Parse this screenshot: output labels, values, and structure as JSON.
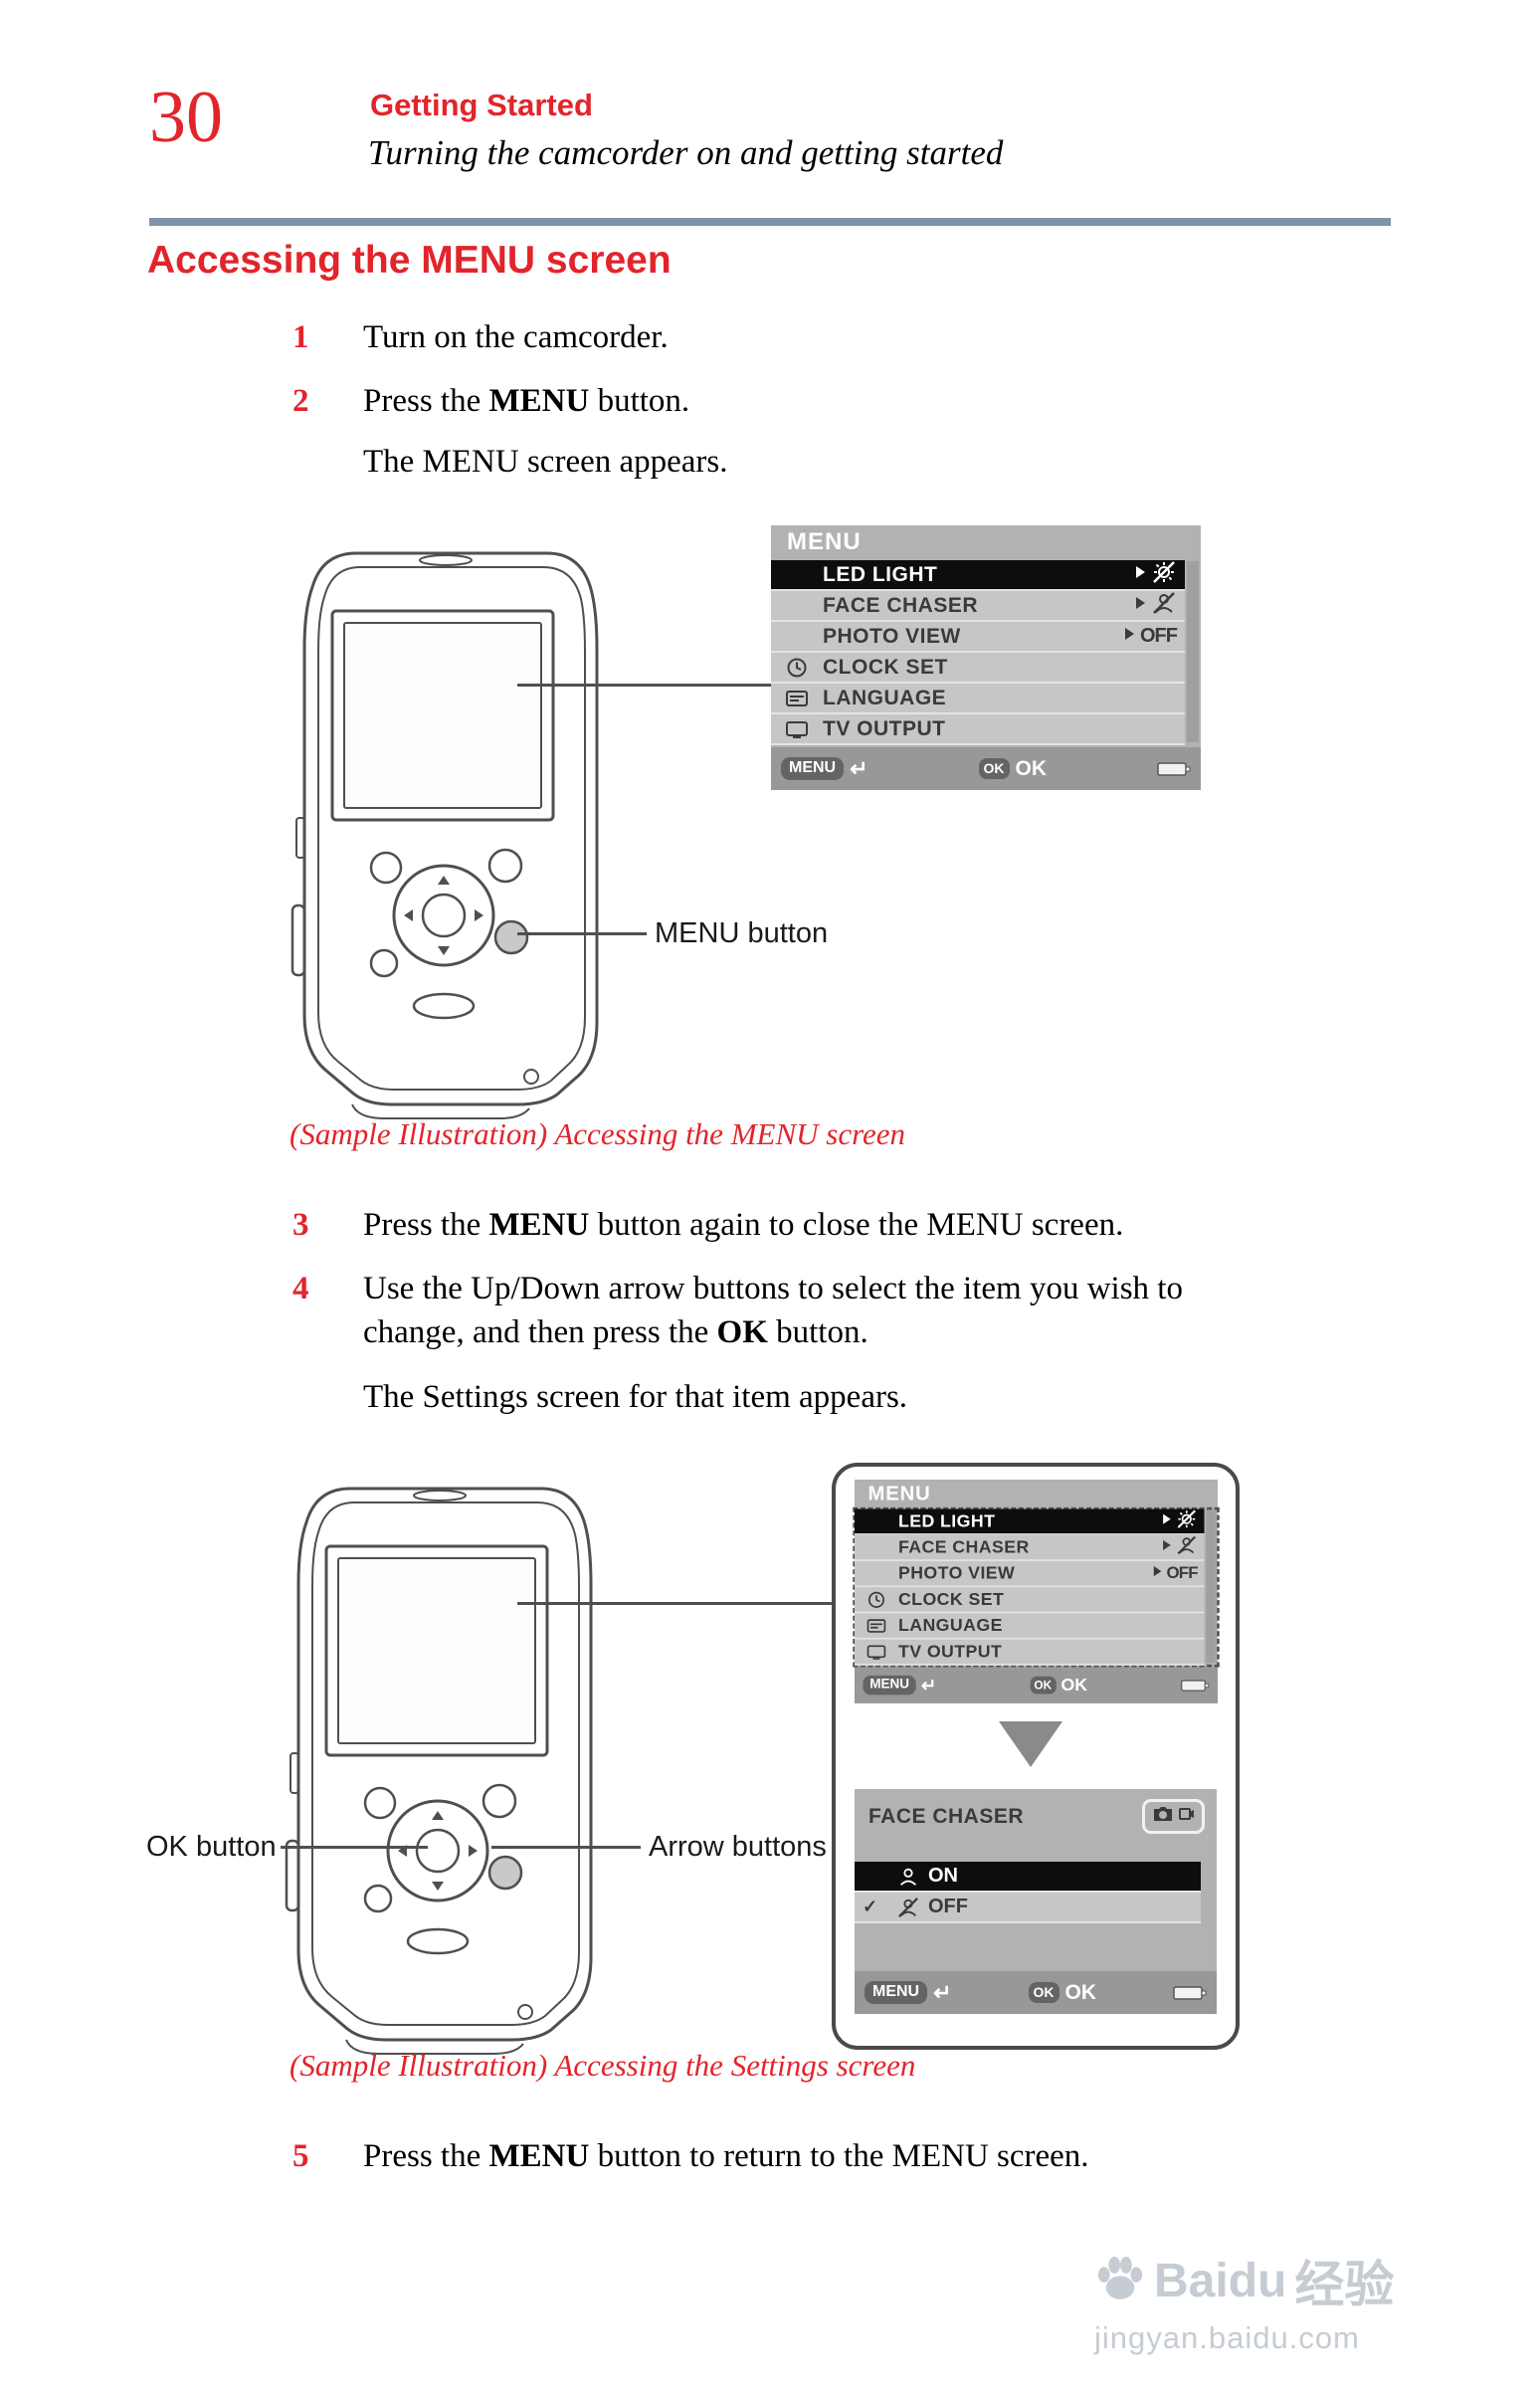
{
  "page": {
    "number": "30",
    "section": "Getting Started",
    "subtitle": "Turning the camcorder on and getting started",
    "heading": "Accessing the MENU screen"
  },
  "steps": [
    {
      "num": "1",
      "pre": "Turn on the camcorder.",
      "bold": "",
      "post": ""
    },
    {
      "num": "2",
      "pre": "Press the ",
      "bold": "MENU",
      "post": " button.",
      "sub": "The MENU screen appears."
    },
    {
      "num": "3",
      "pre": "Press the ",
      "bold": "MENU",
      "post": " button again to close the MENU screen."
    },
    {
      "num": "4",
      "pre": "Use the Up/Down arrow buttons to select the item you wish to change, and then press the ",
      "bold": "OK",
      "post": " button.",
      "sub": "The Settings screen for that item appears."
    },
    {
      "num": "5",
      "pre": "Press the ",
      "bold": "MENU",
      "post": " button to return to the MENU screen."
    }
  ],
  "menu_screen": {
    "title": "MENU",
    "items": [
      {
        "label": "LED LIGHT"
      },
      {
        "label": "FACE CHASER"
      },
      {
        "label": "PHOTO VIEW",
        "value": "OFF"
      },
      {
        "label": "CLOCK SET"
      },
      {
        "label": "LANGUAGE"
      },
      {
        "label": "TV OUTPUT"
      }
    ],
    "footer": {
      "menu_key": "MENU",
      "return_glyph": "↵",
      "ok_key": "OK",
      "ok_label": "OK"
    }
  },
  "settings_screen": {
    "title": "FACE CHASER",
    "options": [
      {
        "label": "ON",
        "check": ""
      },
      {
        "label": "OFF",
        "check": "✓"
      }
    ],
    "footer": {
      "menu_key": "MENU",
      "return_glyph": "↵",
      "ok_key": "OK",
      "ok_label": "OK"
    }
  },
  "callouts": {
    "menu_button": "MENU button",
    "ok_button": "OK button",
    "arrow_buttons": "Arrow buttons"
  },
  "captions": {
    "figure1": "(Sample Illustration) Accessing the MENU screen",
    "figure2": "(Sample Illustration) Accessing the Settings screen"
  },
  "watermark": {
    "brand": "Baidu",
    "brand_cn": "经验",
    "url": "jingyan.baidu.com"
  },
  "colors": {
    "accent_red": "#e2242b",
    "rule_blue_gray": "#7f93a9",
    "lcd_gray": "#b2b2b2",
    "lcd_selected_row": "#0d0d0d"
  }
}
